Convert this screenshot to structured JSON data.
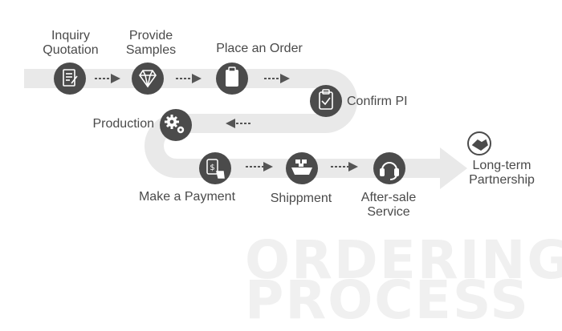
{
  "watermark": {
    "line1": "ORDERING",
    "line2": "PROCESS"
  },
  "colors": {
    "track": "#e9e9e9",
    "node": "#4b4b4b",
    "icon": "#ffffff",
    "arrow": "#555555",
    "text": "#4a4a4a"
  },
  "steps": [
    {
      "lines": [
        "Inquiry",
        "Quotation"
      ],
      "icon": "document-edit-icon"
    },
    {
      "lines": [
        "Provide",
        "Samples"
      ],
      "icon": "diamond-icon"
    },
    {
      "lines": [
        "Place an Order"
      ],
      "icon": "clipboard-icon"
    },
    {
      "lines": [
        "Confirm PI"
      ],
      "icon": "clipboard-check-icon"
    },
    {
      "lines": [
        "Production"
      ],
      "icon": "gears-icon"
    },
    {
      "lines": [
        "Make a Payment"
      ],
      "icon": "payment-icon"
    },
    {
      "lines": [
        "Shippment"
      ],
      "icon": "ship-icon"
    },
    {
      "lines": [
        "After-sale",
        "Service"
      ],
      "icon": "headset-icon"
    },
    {
      "lines": [
        "Long-term",
        "Partnership"
      ],
      "icon": "handshake-icon"
    }
  ]
}
